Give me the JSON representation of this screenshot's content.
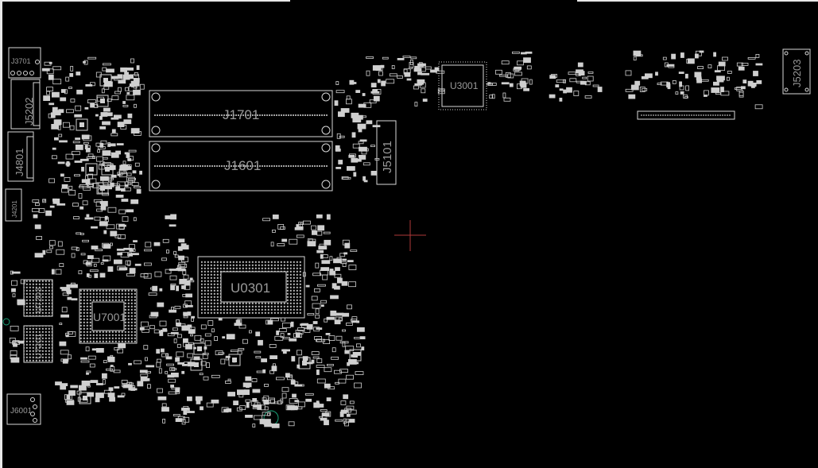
{
  "board": {
    "background": "#000000",
    "outline_color": "#d8d8d8",
    "pad_color": "#cfcfcf",
    "label_color": "#9a9a9a",
    "cursor_color": "#b03a3a",
    "via_color": "#1aa37a"
  },
  "labels": {
    "j3701": "J3701",
    "j5202": "J5202",
    "j4801": "J4801",
    "j4201": "J4201",
    "j1701": "J1701",
    "j1601": "J1601",
    "u3001": "U3001",
    "j5101": "J5101",
    "j5203": "J5203",
    "u0301": "U0301",
    "u7001": "U7001",
    "u7203": "U7203",
    "u7201": "U7201",
    "j6001": "J6001"
  }
}
